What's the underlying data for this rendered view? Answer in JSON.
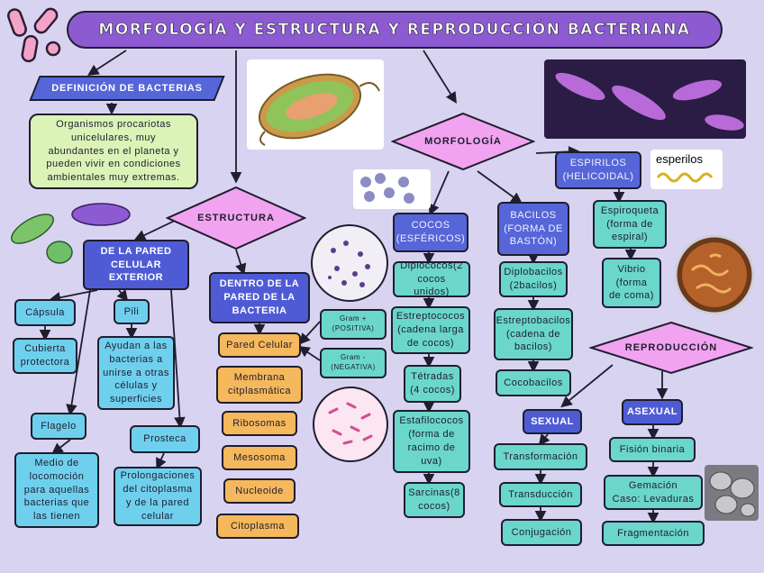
{
  "title": "MORFOLOGÍA Y ESTRUCTURA Y REPRODUCCIÓN BACTERIANA",
  "definicion": {
    "heading": "DEFINICIÓN DE BACTERIAS",
    "text": "Organismos procariotas\nunicelulares, muy\nabundantes en el planeta y\npueden vivir en condiciones\nambientales muy extremas."
  },
  "estructura": {
    "heading": "ESTRUCTURA",
    "pared_exterior": {
      "heading": "DE LA PARED\nCELULAR\nEXTERIOR",
      "capsula": "Cápsula",
      "capsula_desc": "Cubierta\nprotectora",
      "pili": "Pili",
      "pili_desc": "Ayudan a las\nbacterias a\nunirse a otras\ncélulas y\nsuperficies",
      "flagelo": "Flagelo",
      "flagelo_desc": "Medio de\nlocomoción\npara aquellas\nbacterias que\nlas tienen",
      "prosteca": "Prosteca",
      "prosteca_desc": "Prolongaciones\ndel citoplasma\ny de la pared\ncelular"
    },
    "dentro": {
      "heading": "DENTRO DE LA\nPARED DE LA\nBACTERIA",
      "items": [
        "Pared Celular",
        "Membrana\ncitplasmática",
        "Ribosomas",
        "Mesosoma",
        "Nucleoide",
        "Citoplasma"
      ],
      "gram_pos": "Gram +\n(POSITIVA)",
      "gram_neg": "Gram -\n(NEGATIVA)"
    }
  },
  "morfologia": {
    "heading": "MORFOLOGÍA",
    "cocos": {
      "heading": "COCOS\n(ESFÉRICOS)",
      "items": [
        "Diplococos(2\ncocos unidos)",
        "Estreptococos\n(cadena larga\nde cocos)",
        "Tétradas\n(4 cocos)",
        "Estafilococos\n(forma de\nracimo de\nuva)",
        "Sarcinas(8\ncocos)"
      ]
    },
    "bacilos": {
      "heading": "BACILOS\n(FORMA DE\nBASTÓN)",
      "items": [
        "Diplobacilos\n(2bacilos)",
        "Estreptobacilos\n(cadena de\nbacilos)",
        "Cocobacilos"
      ]
    },
    "espirilos": {
      "heading": "ESPIRILOS\n(HELICOIDAL)",
      "label_img": "esperilos",
      "items": [
        "Espiroqueta\n(forma de\nespiral)",
        "Vibrio\n(forma\nde coma)"
      ]
    }
  },
  "reproduccion": {
    "heading": "REPRODUCCIÓN",
    "sexual": {
      "heading": "SEXUAL",
      "items": [
        "Transformación",
        "Transducción",
        "Conjugación"
      ]
    },
    "asexual": {
      "heading": "ASEXUAL",
      "items": [
        "Fisión binaria",
        "Gemación\nCaso: Levaduras",
        "Fragmentación"
      ]
    }
  },
  "colors": {
    "background": "#d9d3f2",
    "title": "#8d5bd1",
    "diamond": "#f2a3f0",
    "node_blue": "#4f5bd5",
    "teal": "#6ad6cc",
    "cyan": "#6fd0ee",
    "orange": "#f6b85d",
    "green": "#dcf3b7"
  },
  "icons": [
    "bacteria-cartoon-icon",
    "bacteria-cell-diagram-icon",
    "bacteria-photo-icon",
    "cocci-spheres-icon",
    "spirilla-sketch-icon",
    "petri-dish-icon",
    "gram-positive-stain-icon",
    "gram-negative-stain-icon",
    "green-purple-bacteria-icon",
    "yeast-micrograph-icon"
  ]
}
